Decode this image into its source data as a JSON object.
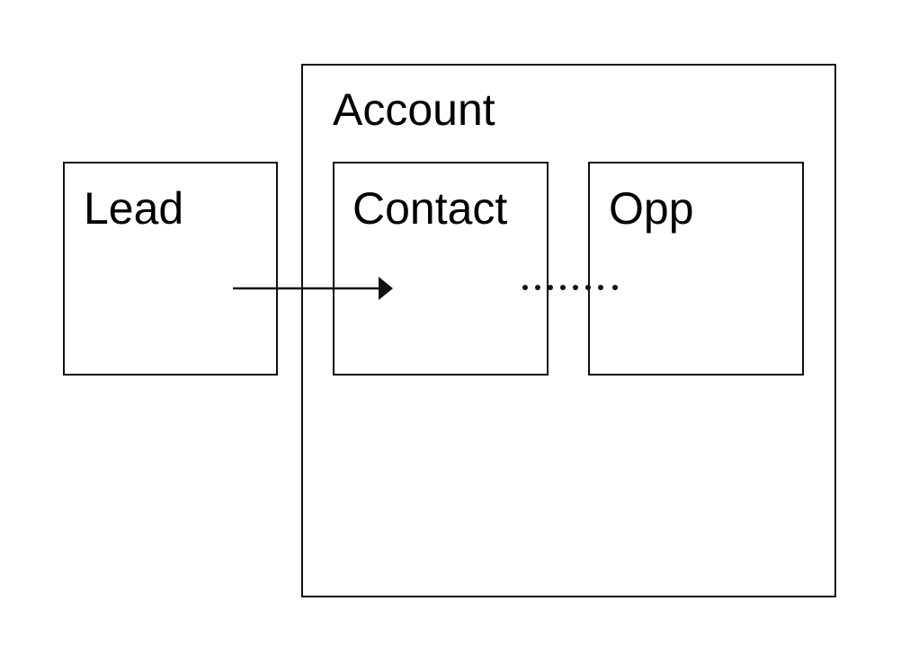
{
  "nodes": {
    "account": {
      "label": "Account"
    },
    "lead": {
      "label": "Lead"
    },
    "contact": {
      "label": "Contact"
    },
    "opp": {
      "label": "Opp"
    }
  },
  "edges": [
    {
      "from": "lead",
      "to": "contact",
      "style": "solid-arrow"
    },
    {
      "from": "contact",
      "to": "opp",
      "style": "dotted"
    }
  ],
  "colors": {
    "stroke": "#111111",
    "background": "#ffffff"
  }
}
